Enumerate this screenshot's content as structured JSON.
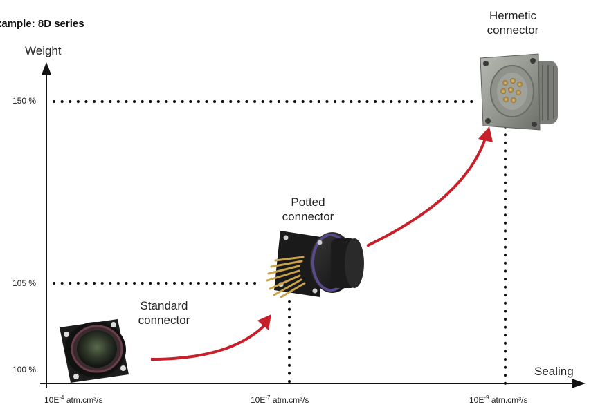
{
  "title": "xample: 8D series",
  "axes": {
    "y_label": "Weight",
    "x_label": "Sealing"
  },
  "y_ticks": [
    "150 %",
    "105 %",
    "100 %"
  ],
  "x_ticks": [
    {
      "base": "10E",
      "exp": "-4",
      "unit": " atm.cm³/s"
    },
    {
      "base": "10E",
      "exp": "-7",
      "unit": " atm.cm³/s"
    },
    {
      "base": "10E",
      "exp": "-9",
      "unit": " atm.cm³/s"
    }
  ],
  "connectors": [
    {
      "line1": "Standard",
      "line2": "connector",
      "icon": "standard-connector-image"
    },
    {
      "line1": "Potted",
      "line2": "connector",
      "icon": "potted-connector-image"
    },
    {
      "line1": "Hermetic",
      "line2": "connector",
      "icon": "hermetic-connector-image"
    }
  ],
  "colors": {
    "arrow": "#c8202a",
    "axis": "#111111",
    "dots": "#111111"
  }
}
